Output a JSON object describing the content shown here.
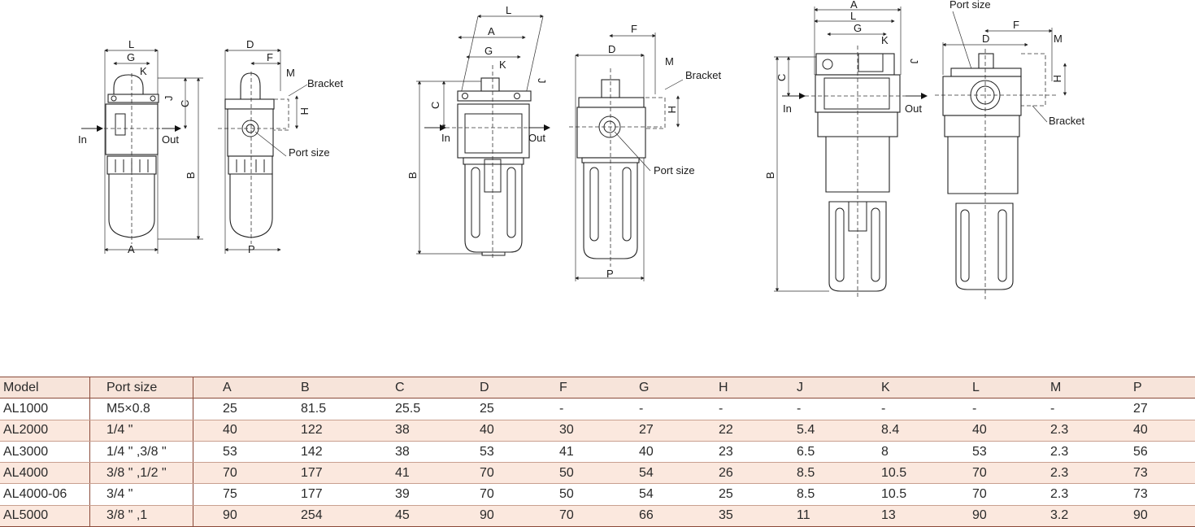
{
  "drawing_labels": {
    "L": "L",
    "G": "G",
    "K": "K",
    "C": "C",
    "J": "J",
    "B": "B",
    "A": "A",
    "D": "D",
    "F": "F",
    "M": "M",
    "H": "H",
    "P": "P",
    "in": "In",
    "out": "Out",
    "bracket": "Bracket",
    "port_size": "Port size"
  },
  "table": {
    "headers": [
      "Model",
      "Port size",
      "A",
      "B",
      "C",
      "D",
      "F",
      "G",
      "H",
      "J",
      "K",
      "L",
      "M",
      "P"
    ],
    "rows": [
      [
        "AL1000",
        "M5×0.8",
        "25",
        "81.5",
        "25.5",
        "25",
        "-",
        "-",
        "-",
        "-",
        "-",
        "-",
        "-",
        "27"
      ],
      [
        "AL2000",
        "1/4 \"",
        "40",
        "122",
        "38",
        "40",
        "30",
        "27",
        "22",
        "5.4",
        "8.4",
        "40",
        "2.3",
        "40"
      ],
      [
        "AL3000",
        "1/4 \" ,3/8 \"",
        "53",
        "142",
        "38",
        "53",
        "41",
        "40",
        "23",
        "6.5",
        "8",
        "53",
        "2.3",
        "56"
      ],
      [
        "AL4000",
        "3/8 \" ,1/2 \"",
        "70",
        "177",
        "41",
        "70",
        "50",
        "54",
        "26",
        "8.5",
        "10.5",
        "70",
        "2.3",
        "73"
      ],
      [
        "AL4000-06",
        "3/4 \"",
        "75",
        "177",
        "39",
        "70",
        "50",
        "54",
        "25",
        "8.5",
        "10.5",
        "70",
        "2.3",
        "73"
      ],
      [
        "AL5000",
        "3/8 \" ,1",
        "90",
        "254",
        "45",
        "90",
        "70",
        "66",
        "35",
        "11",
        "13",
        "90",
        "3.2",
        "90"
      ]
    ]
  }
}
